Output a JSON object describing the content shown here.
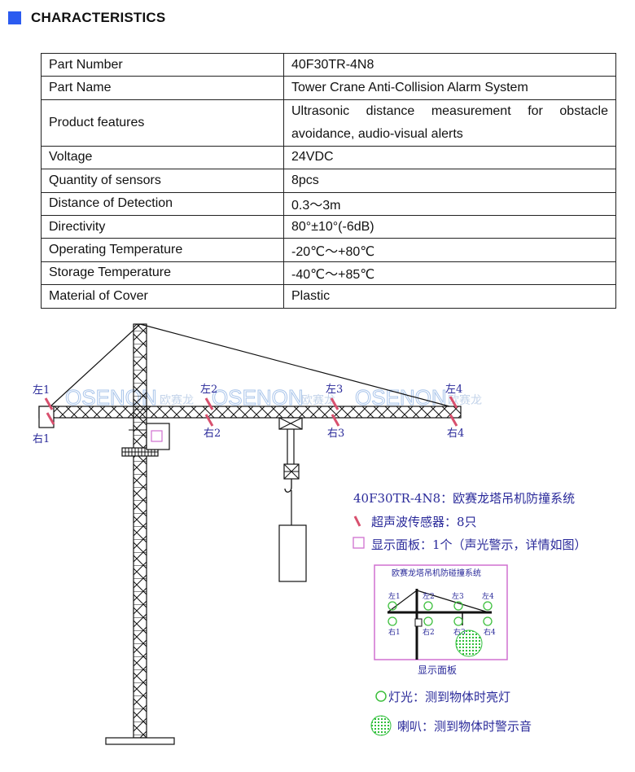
{
  "header": {
    "title": "CHARACTERISTICS"
  },
  "specs": [
    {
      "key": "Part Number",
      "value": "40F30TR-4N8"
    },
    {
      "key": "Part Name",
      "value": "Tower Crane Anti-Collision Alarm System"
    },
    {
      "key": "Product features",
      "value": "Ultrasonic distance measurement for obstacle avoidance, audio-visual alerts"
    },
    {
      "key": "Voltage",
      "value": "24VDC"
    },
    {
      "key": "Quantity of sensors",
      "value": "8pcs"
    },
    {
      "key": "Distance of Detection",
      "value": "0.3～3m"
    },
    {
      "key": "Directivity",
      "value": "80°±10°(-6dB)"
    },
    {
      "key": "Operating Temperature",
      "value": "-20℃～+80℃"
    },
    {
      "key": "Storage Temperature",
      "value": "-40℃～+85℃"
    },
    {
      "key": "Material of Cover",
      "value": "Plastic"
    }
  ],
  "diagram": {
    "sensor_labels": {
      "left1": "左1",
      "right1": "右1",
      "left2": "左2",
      "right2": "右2",
      "left3": "左3",
      "right3": "右3",
      "left4": "左4",
      "right4": "右4"
    },
    "watermark": {
      "brand": "OSENON",
      "cn": "欧赛龙"
    },
    "legend": {
      "title": "40F30TR-4N8：欧赛龙塔吊机防撞系统",
      "sensor": "超声波传感器：8只",
      "panel": "显示面板：1个（声光警示，详情如图）"
    },
    "panel": {
      "title": "欧赛龙塔吊机防碰撞系统",
      "caption": "显示面板",
      "light_note": "灯光：测到物体时亮灯",
      "speaker_note": "喇叭：测到物体时警示音"
    },
    "colors": {
      "sensor": "#d8506e",
      "panel_border": "#d070d0",
      "speaker": "#2fbf3a",
      "light": "#3cbf3c",
      "label": "#2a2a9a"
    }
  }
}
